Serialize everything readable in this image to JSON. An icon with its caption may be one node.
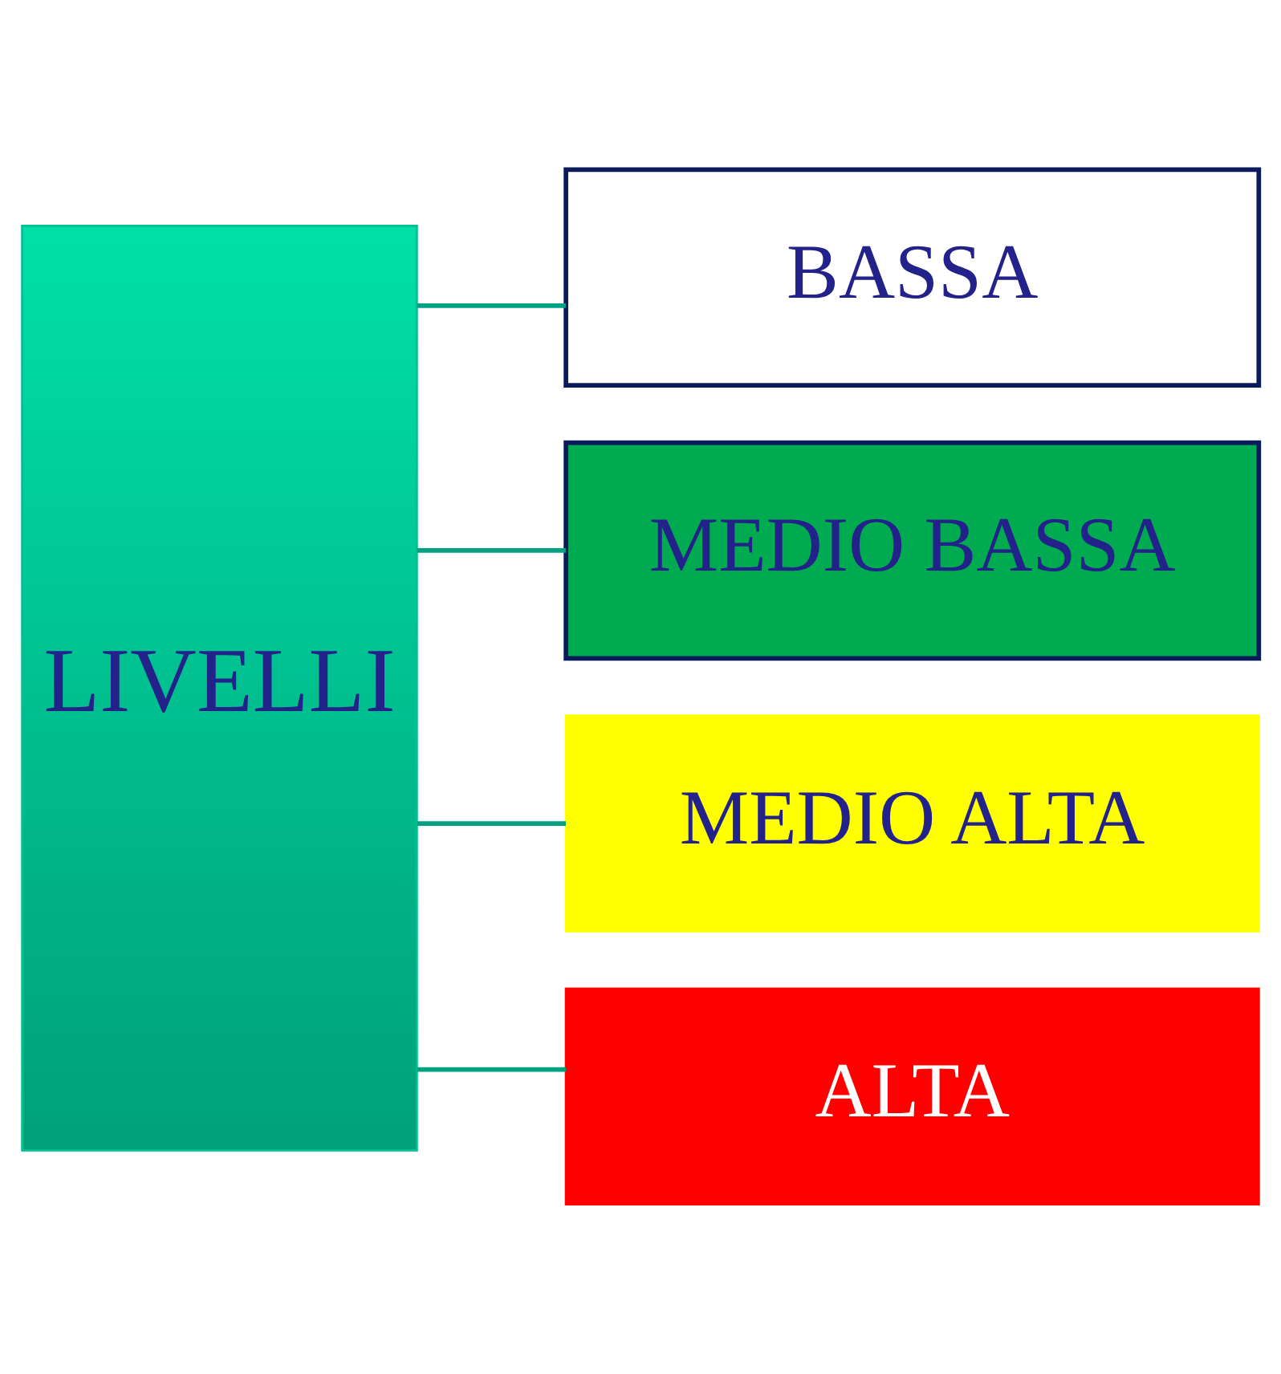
{
  "diagram": {
    "nodes": [
      {
        "text": [
          "LIVELLI"
        ]
      },
      {
        "text": [
          "BASSA"
        ]
      },
      {
        "text": [
          "MEDIO BASSA"
        ]
      },
      {
        "text": [
          "MEDIO ALTA"
        ]
      },
      {
        "text": [
          "ALTA"
        ]
      }
    ],
    "edges": [
      {
        "from": 0,
        "to": 1,
        "arrow": "none"
      },
      {
        "from": 0,
        "to": 2,
        "arrow": "none"
      },
      {
        "from": 0,
        "to": 3,
        "arrow": "none"
      },
      {
        "from": 0,
        "to": 4,
        "arrow": "none"
      }
    ]
  }
}
